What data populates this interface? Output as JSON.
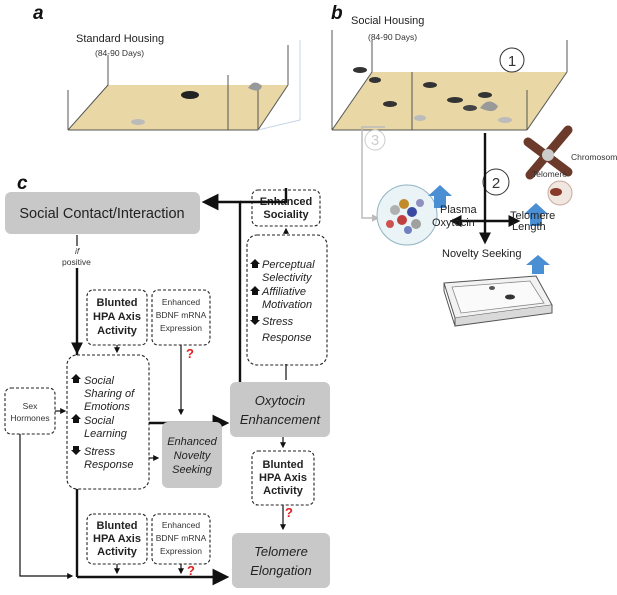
{
  "panels": {
    "a": "a",
    "b": "b",
    "c": "c"
  },
  "housing": {
    "standard_title": "Standard Housing",
    "standard_days": "(84-90 Days)",
    "social_title": "Social Housing",
    "social_days": "(84-90 Days)"
  },
  "markers": {
    "one": "1",
    "two": "2",
    "three": "3"
  },
  "panel_b": {
    "chromosome": "Chromosome",
    "telomere": "Telomere",
    "plasma_1": "Plasma",
    "plasma_2": "Oxytocin",
    "telomere_len_1": "Telomere",
    "telomere_len_2": "Length",
    "novelty": "Novelty Seeking"
  },
  "flow": {
    "social_contact": "Social Contact/Interaction",
    "if_1": "if",
    "if_2": "positive",
    "enhanced_sociality_1": "Enhanced",
    "enhanced_sociality_2": "Sociality",
    "perceptual_1": "Perceptual",
    "perceptual_2": "Selectivity",
    "affiliative_1": "Affiliative",
    "affiliative_2": "Motivation",
    "stress_1": "Stress",
    "stress_2": "Response",
    "blunted_1": "Blunted",
    "blunted_2": "HPA Axis",
    "blunted_3": "Activity",
    "bdnf_1": "Enhanced",
    "bdnf_2": "BDNF mRNA",
    "bdnf_3": "Expression",
    "question": "?",
    "sex_1": "Sex",
    "sex_2": "Hormones",
    "social_sharing_1": "Social",
    "social_sharing_2": "Sharing of",
    "social_sharing_3": "Emotions",
    "social_learning_1": "Social",
    "social_learning_2": "Learning",
    "stress_resp_1": "Stress",
    "stress_resp_2": "Response",
    "novelty_1": "Enhanced",
    "novelty_2": "Novelty",
    "novelty_3": "Seeking",
    "oxytocin_1": "Oxytocin",
    "oxytocin_2": "Enhancement",
    "telomere_1": "Telomere",
    "telomere_2": "Elongation"
  },
  "colors": {
    "gray_box": "#c8c8c8",
    "arrow_blue": "#4a8fd4",
    "question_red": "#e02020",
    "bedding": "#e9d8a6"
  }
}
